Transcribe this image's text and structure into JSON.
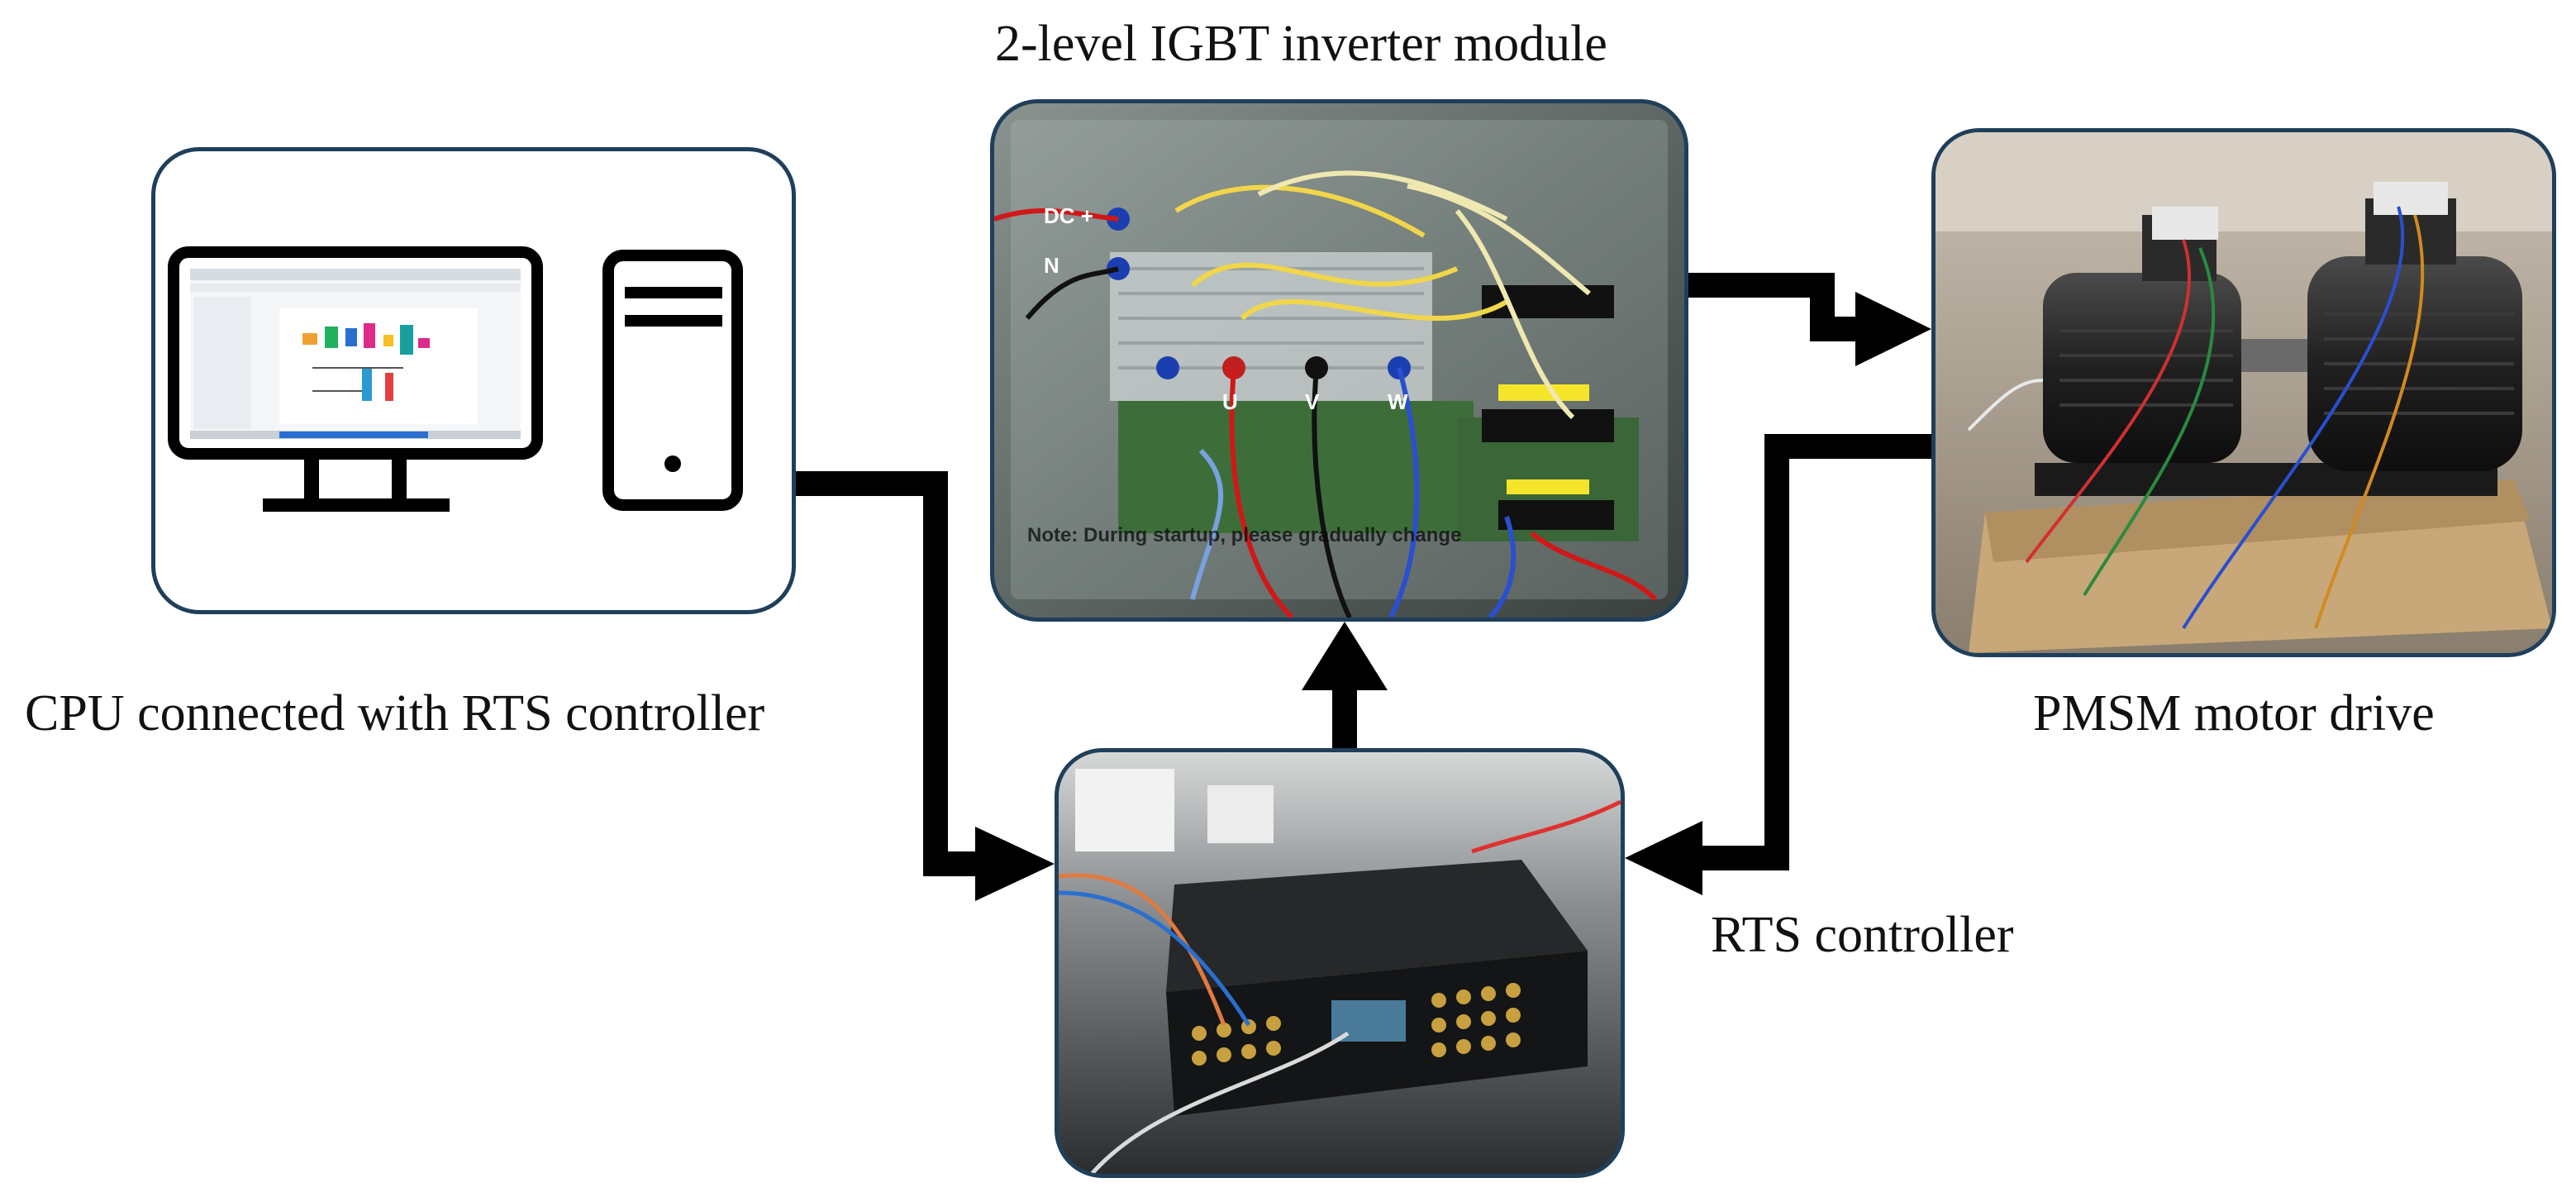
{
  "diagram": {
    "nodes": {
      "cpu": {
        "label": "CPU connected with RTS controller"
      },
      "inverter": {
        "label": "2-level IGBT inverter module"
      },
      "motor": {
        "label": "PMSM motor drive"
      },
      "rts": {
        "label": "RTS controller"
      }
    },
    "photo_text": {
      "inverter_dc_plus": "DC +",
      "inverter_n": "N",
      "inverter_u": "U",
      "inverter_v": "V",
      "inverter_w": "W",
      "inverter_note": "Note: During startup, please gradually change"
    },
    "edges": [
      {
        "from": "cpu",
        "to": "rts"
      },
      {
        "from": "rts",
        "to": "inverter"
      },
      {
        "from": "inverter",
        "to": "motor"
      },
      {
        "from": "motor",
        "to": "rts"
      }
    ],
    "colors": {
      "arrow": "#000000",
      "panel_border": "#1f3f5a",
      "text": "#111111"
    }
  }
}
